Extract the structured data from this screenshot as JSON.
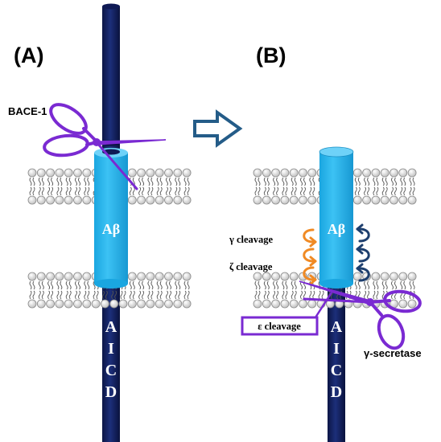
{
  "panels": {
    "a": {
      "label": "(A)"
    },
    "b": {
      "label": "(B)"
    }
  },
  "labels": {
    "bace1": "BACE-1",
    "abeta_a": "Aβ",
    "abeta_b": "Aβ",
    "aicd_letters": [
      "A",
      "I",
      "C",
      "D"
    ],
    "gamma_cleavage": "γ cleavage",
    "zeta_cleavage": "ζ cleavage",
    "epsilon_cleavage": "ε cleavage",
    "gamma_secretase": "γ-secretase"
  },
  "colors": {
    "app_stalk": "#122060",
    "abeta_cylinder": "#2ab4ec",
    "abeta_top": "#6fd2f8",
    "scissors": "#7a2ad2",
    "orange_arrows": "#f08a24",
    "navy_arrows": "#1e3f6e",
    "transition_arrow": "#245c88",
    "lipid_head": "#e4e4e4"
  },
  "icons": {
    "bace1_scissors": "scissors-icon",
    "gamma_secretase_scissors": "scissors-icon",
    "transition": "right-arrow-icon"
  }
}
